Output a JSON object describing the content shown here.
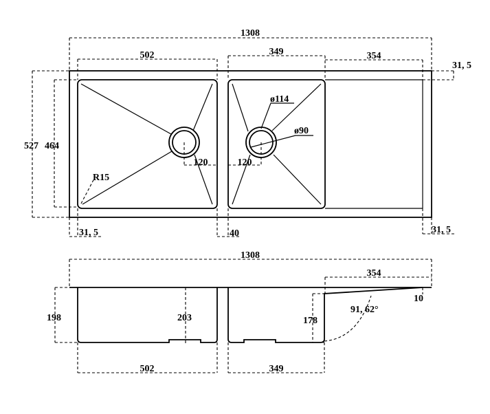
{
  "top_view": {
    "overall_width": "1308",
    "left_bowl_width": "502",
    "right_bowl_width": "349",
    "drainboard_width": "354",
    "overall_depth": "527",
    "bowl_depth": "464",
    "corner_radius": "R15",
    "drain_outer_dia": "ø114",
    "drain_inner_dia": "ø90",
    "left_drain_offset": "120",
    "right_drain_offset": "120",
    "left_margin": "31, 5",
    "right_margin_top": "31, 5",
    "right_margin_bottom": "31, 5",
    "divider": "40"
  },
  "side_view": {
    "overall_width": "1308",
    "drainboard_width": "354",
    "left_bowl_depth": "198",
    "left_bowl_mid_depth": "203",
    "right_bowl_depth": "178",
    "slope_angle": "91, 62°",
    "lip": "10",
    "left_bowl_width": "502",
    "right_bowl_width": "349"
  }
}
